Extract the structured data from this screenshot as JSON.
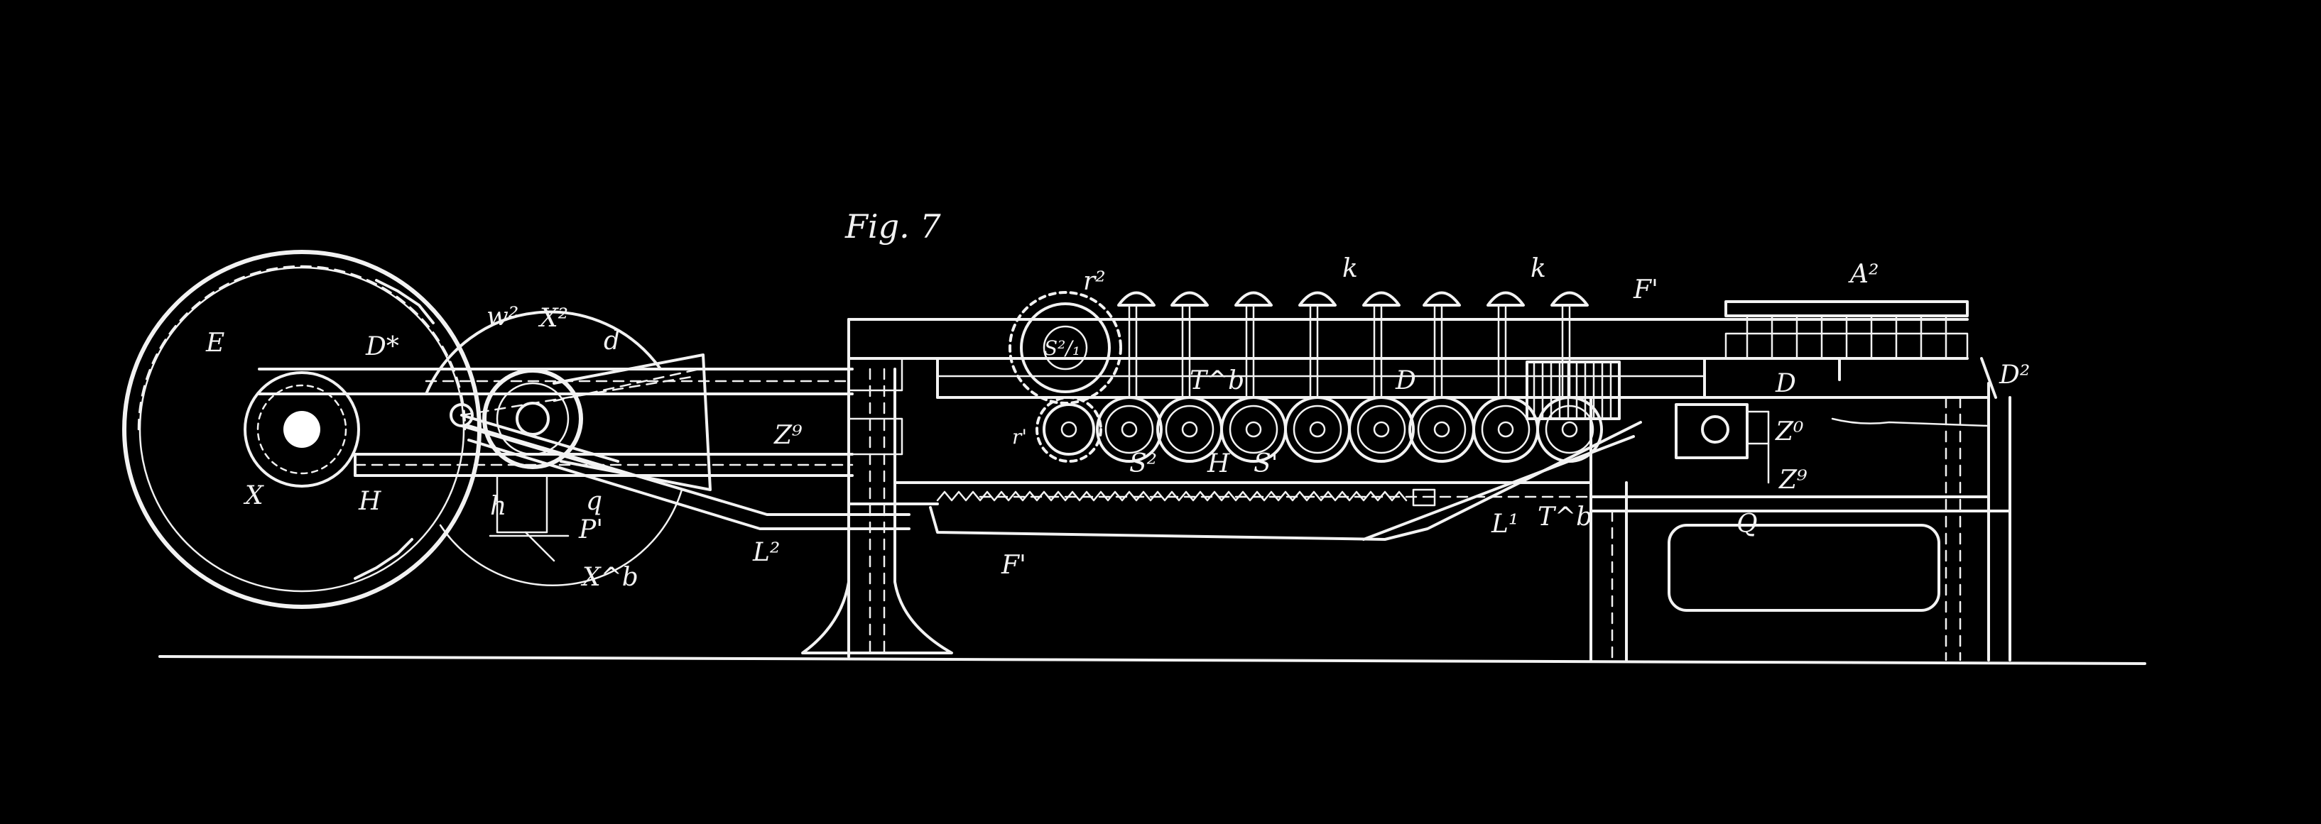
{
  "figure": {
    "title": "Fig. 7",
    "colors": {
      "background": "#000000",
      "ink": "#f2f2f2"
    },
    "labels": {
      "E": "E",
      "D_star": "D*",
      "w2": "w²",
      "X2": "X²",
      "d": "d",
      "X": "X",
      "H_left": "H",
      "Z9_mid": "Z⁹",
      "h": "h",
      "q": "q",
      "P1": "P'",
      "Xb": "X^b",
      "L2": "L²",
      "r2": "r²",
      "S2_gear": "S²/₁",
      "k1": "k",
      "k2": "k",
      "F1_top": "F'",
      "A2": "A²",
      "Tb_upper": "T^b",
      "D_mid": "D",
      "D_right": "D",
      "D2": "D²",
      "r1": "r'",
      "S2": "S²",
      "H_mid": "H",
      "S1": "S'",
      "F1_low": "F'",
      "L1": "L¹",
      "Tb_lower": "T^b",
      "Q": "Q",
      "Z0": "Z⁰",
      "Z9_right": "Z⁹"
    }
  }
}
